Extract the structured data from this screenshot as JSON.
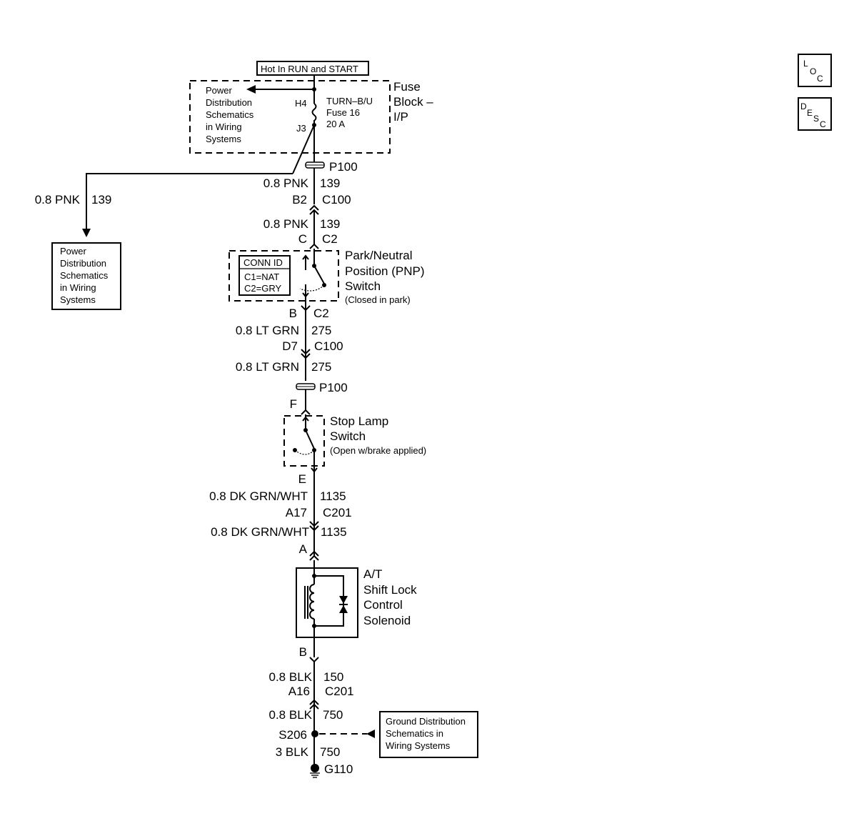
{
  "header": {
    "power_label": "Hot In RUN and START"
  },
  "buttons": {
    "loc": [
      "L",
      "O",
      "C"
    ],
    "desc": [
      "D",
      "E",
      "S",
      "C"
    ]
  },
  "fuse_block": {
    "title": [
      "Fuse",
      "Block –",
      "I/P"
    ],
    "ref_note": [
      "Power",
      "Distribution",
      "Schematics",
      "in Wiring",
      "Systems"
    ],
    "pin_in": "H4",
    "pin_out": "J3",
    "fuse": [
      "TURN–B/U",
      "Fuse 16",
      "20 A"
    ]
  },
  "left_branch": {
    "wire": "0.8 PNK",
    "circuit": "139",
    "ref_note": [
      "Power",
      "Distribution",
      "Schematics",
      "in Wiring",
      "Systems"
    ]
  },
  "seg1": {
    "passthrough": "P100",
    "wire": "0.8 PNK",
    "circuit": "139",
    "pin": "B2",
    "conn": "C100"
  },
  "seg2": {
    "wire": "0.8 PNK",
    "circuit": "139",
    "pin": "C",
    "conn": "C2"
  },
  "pnp_switch": {
    "conn_id": {
      "title": "CONN ID",
      "c1": "C1=NAT",
      "c2": "C2=GRY"
    },
    "title": [
      "Park/Neutral",
      "Position (PNP)",
      "Switch"
    ],
    "note": "(Closed in park)"
  },
  "seg3": {
    "pin_top": "B",
    "conn_top": "C2",
    "wire": "0.8 LT GRN",
    "circuit": "275",
    "pin": "D7",
    "conn": "C100"
  },
  "seg4": {
    "wire": "0.8 LT GRN",
    "circuit": "275",
    "passthrough": "P100",
    "pin": "F"
  },
  "stop_lamp": {
    "title": [
      "Stop Lamp",
      "Switch"
    ],
    "note": "(Open w/brake applied)",
    "pin_out": "E"
  },
  "seg5": {
    "wire": "0.8 DK GRN/WHT",
    "circuit": "1135",
    "pin": "A17",
    "conn": "C201"
  },
  "seg6": {
    "wire": "0.8 DK GRN/WHT",
    "circuit": "1135",
    "pin": "A"
  },
  "solenoid": {
    "title": [
      "A/T",
      "Shift Lock",
      "Control",
      "Solenoid"
    ],
    "pin_out": "B"
  },
  "seg7": {
    "wire": "0.8 BLK",
    "circuit": "150",
    "pin": "A16",
    "conn": "C201"
  },
  "seg8": {
    "wire": "0.8 BLK",
    "circuit": "750",
    "splice": "S206"
  },
  "seg9": {
    "wire": "3 BLK",
    "circuit": "750",
    "ground": "G110"
  },
  "ground_ref": [
    "Ground Distribution",
    "Schematics in",
    "Wiring Systems"
  ]
}
